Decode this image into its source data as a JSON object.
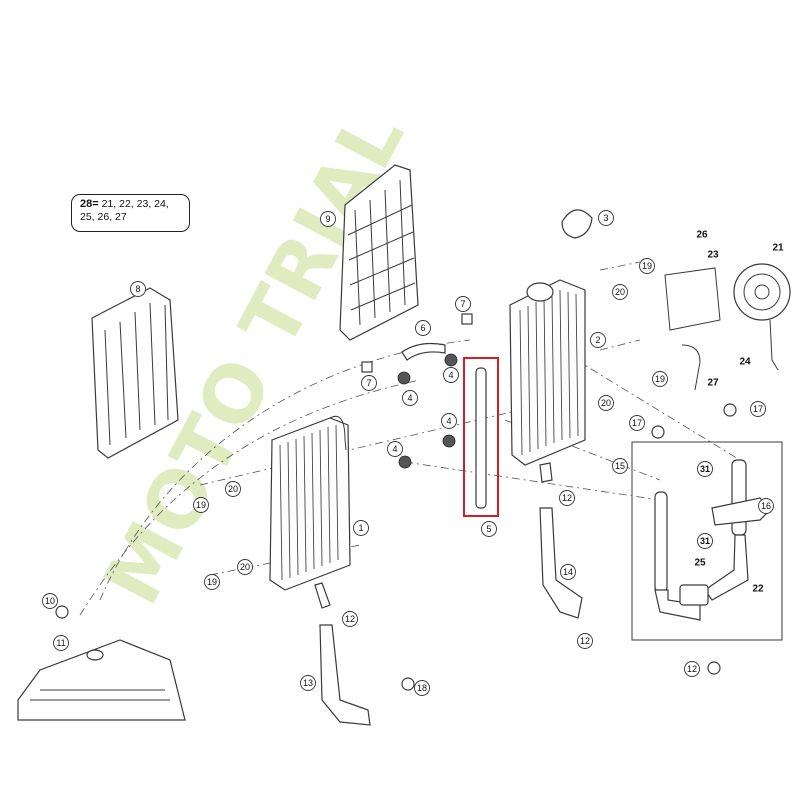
{
  "kit_note": {
    "number": "28",
    "equals": "=",
    "line1": "21, 22, 23, 24,",
    "line2": "25, 26, 27"
  },
  "watermark": "MOTO TRIAL",
  "colors": {
    "highlight": "#d21f26",
    "watermark": "#dbe8b5"
  },
  "callouts": {
    "c1": "1",
    "c2": "2",
    "c3": "3",
    "c4a": "4",
    "c4b": "4",
    "c4c": "4",
    "c4d": "4",
    "c5": "5",
    "c6": "6",
    "c7a": "7",
    "c7b": "7",
    "c8": "8",
    "c9": "9",
    "c10": "10",
    "c11": "11",
    "c12a": "12",
    "c12b": "12",
    "c12c": "12",
    "c12d": "12",
    "c13": "13",
    "c14": "14",
    "c15": "15",
    "c16": "16",
    "c17a": "17",
    "c17b": "17",
    "c18": "18",
    "c19a": "19",
    "c19b": "19",
    "c19c": "19",
    "c19d": "19",
    "c20a": "20",
    "c20b": "20",
    "c20c": "20",
    "c20d": "20",
    "c21": "21",
    "c22": "22",
    "c23": "23",
    "c24": "24",
    "c25": "25",
    "c26": "26",
    "c27": "27",
    "c31a": "31",
    "c31b": "31"
  },
  "highlighted_part": "5"
}
